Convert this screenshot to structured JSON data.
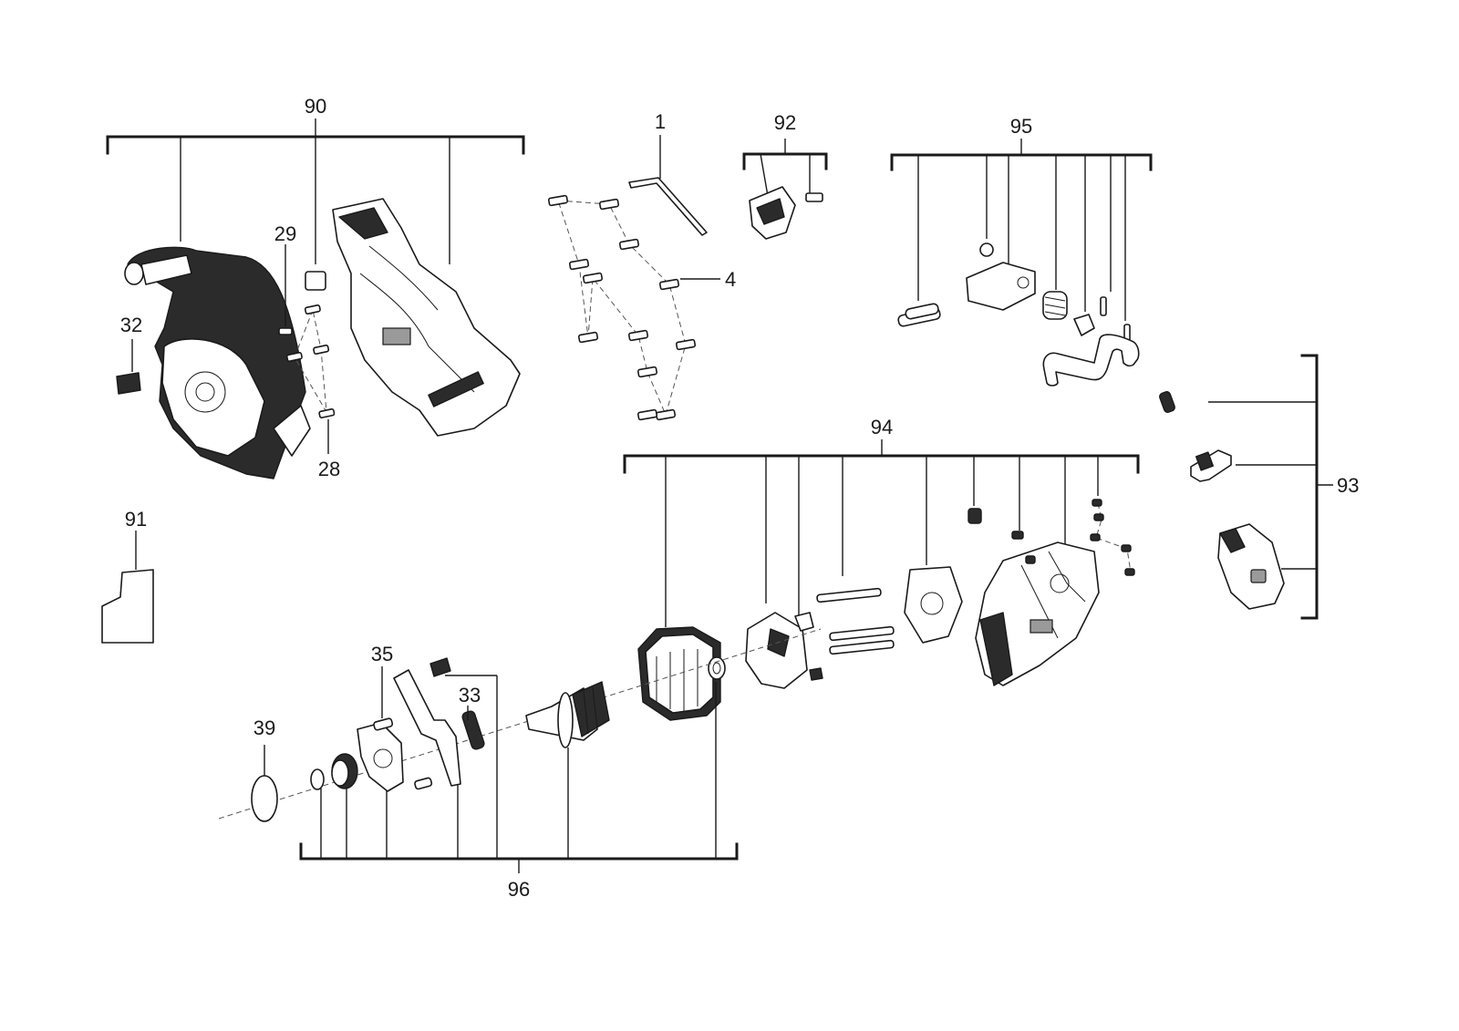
{
  "callouts": {
    "c1": "1",
    "c4": "4",
    "c28": "28",
    "c29": "29",
    "c32": "32",
    "c33": "33",
    "c35": "35",
    "c39": "39",
    "c90": "90",
    "c91": "91",
    "c92": "92",
    "c93": "93",
    "c94": "94",
    "c95": "95",
    "c96": "96"
  },
  "colors": {
    "line": "#1a1a1a",
    "part_dark": "#2b2b2b",
    "background": "#ffffff"
  }
}
